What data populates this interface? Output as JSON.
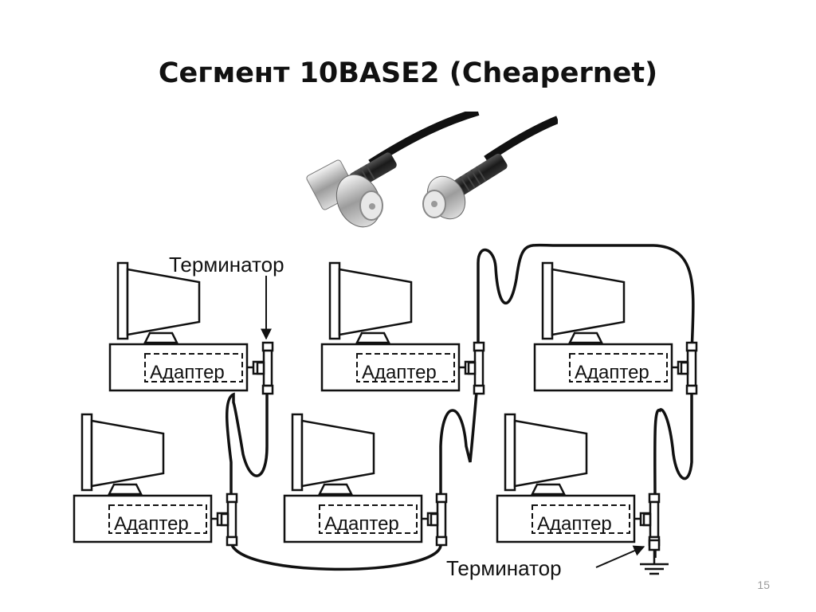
{
  "title": "Сегмент 10BASE2 (Cheapernet)",
  "page_number": "15",
  "diagram": {
    "adapter_label": "Адаптер",
    "terminator_label": "Терминатор",
    "workstations": [
      {
        "id": "ws1",
        "label": "Адаптер"
      },
      {
        "id": "ws2",
        "label": "Адаптер"
      },
      {
        "id": "ws3",
        "label": "Адаптер"
      },
      {
        "id": "ws4",
        "label": "Адаптер"
      },
      {
        "id": "ws5",
        "label": "Адаптер"
      },
      {
        "id": "ws6",
        "label": "Адаптер"
      }
    ],
    "terminators": [
      {
        "id": "top",
        "label": "Терминатор"
      },
      {
        "id": "bottom",
        "label": "Терминатор"
      }
    ]
  }
}
